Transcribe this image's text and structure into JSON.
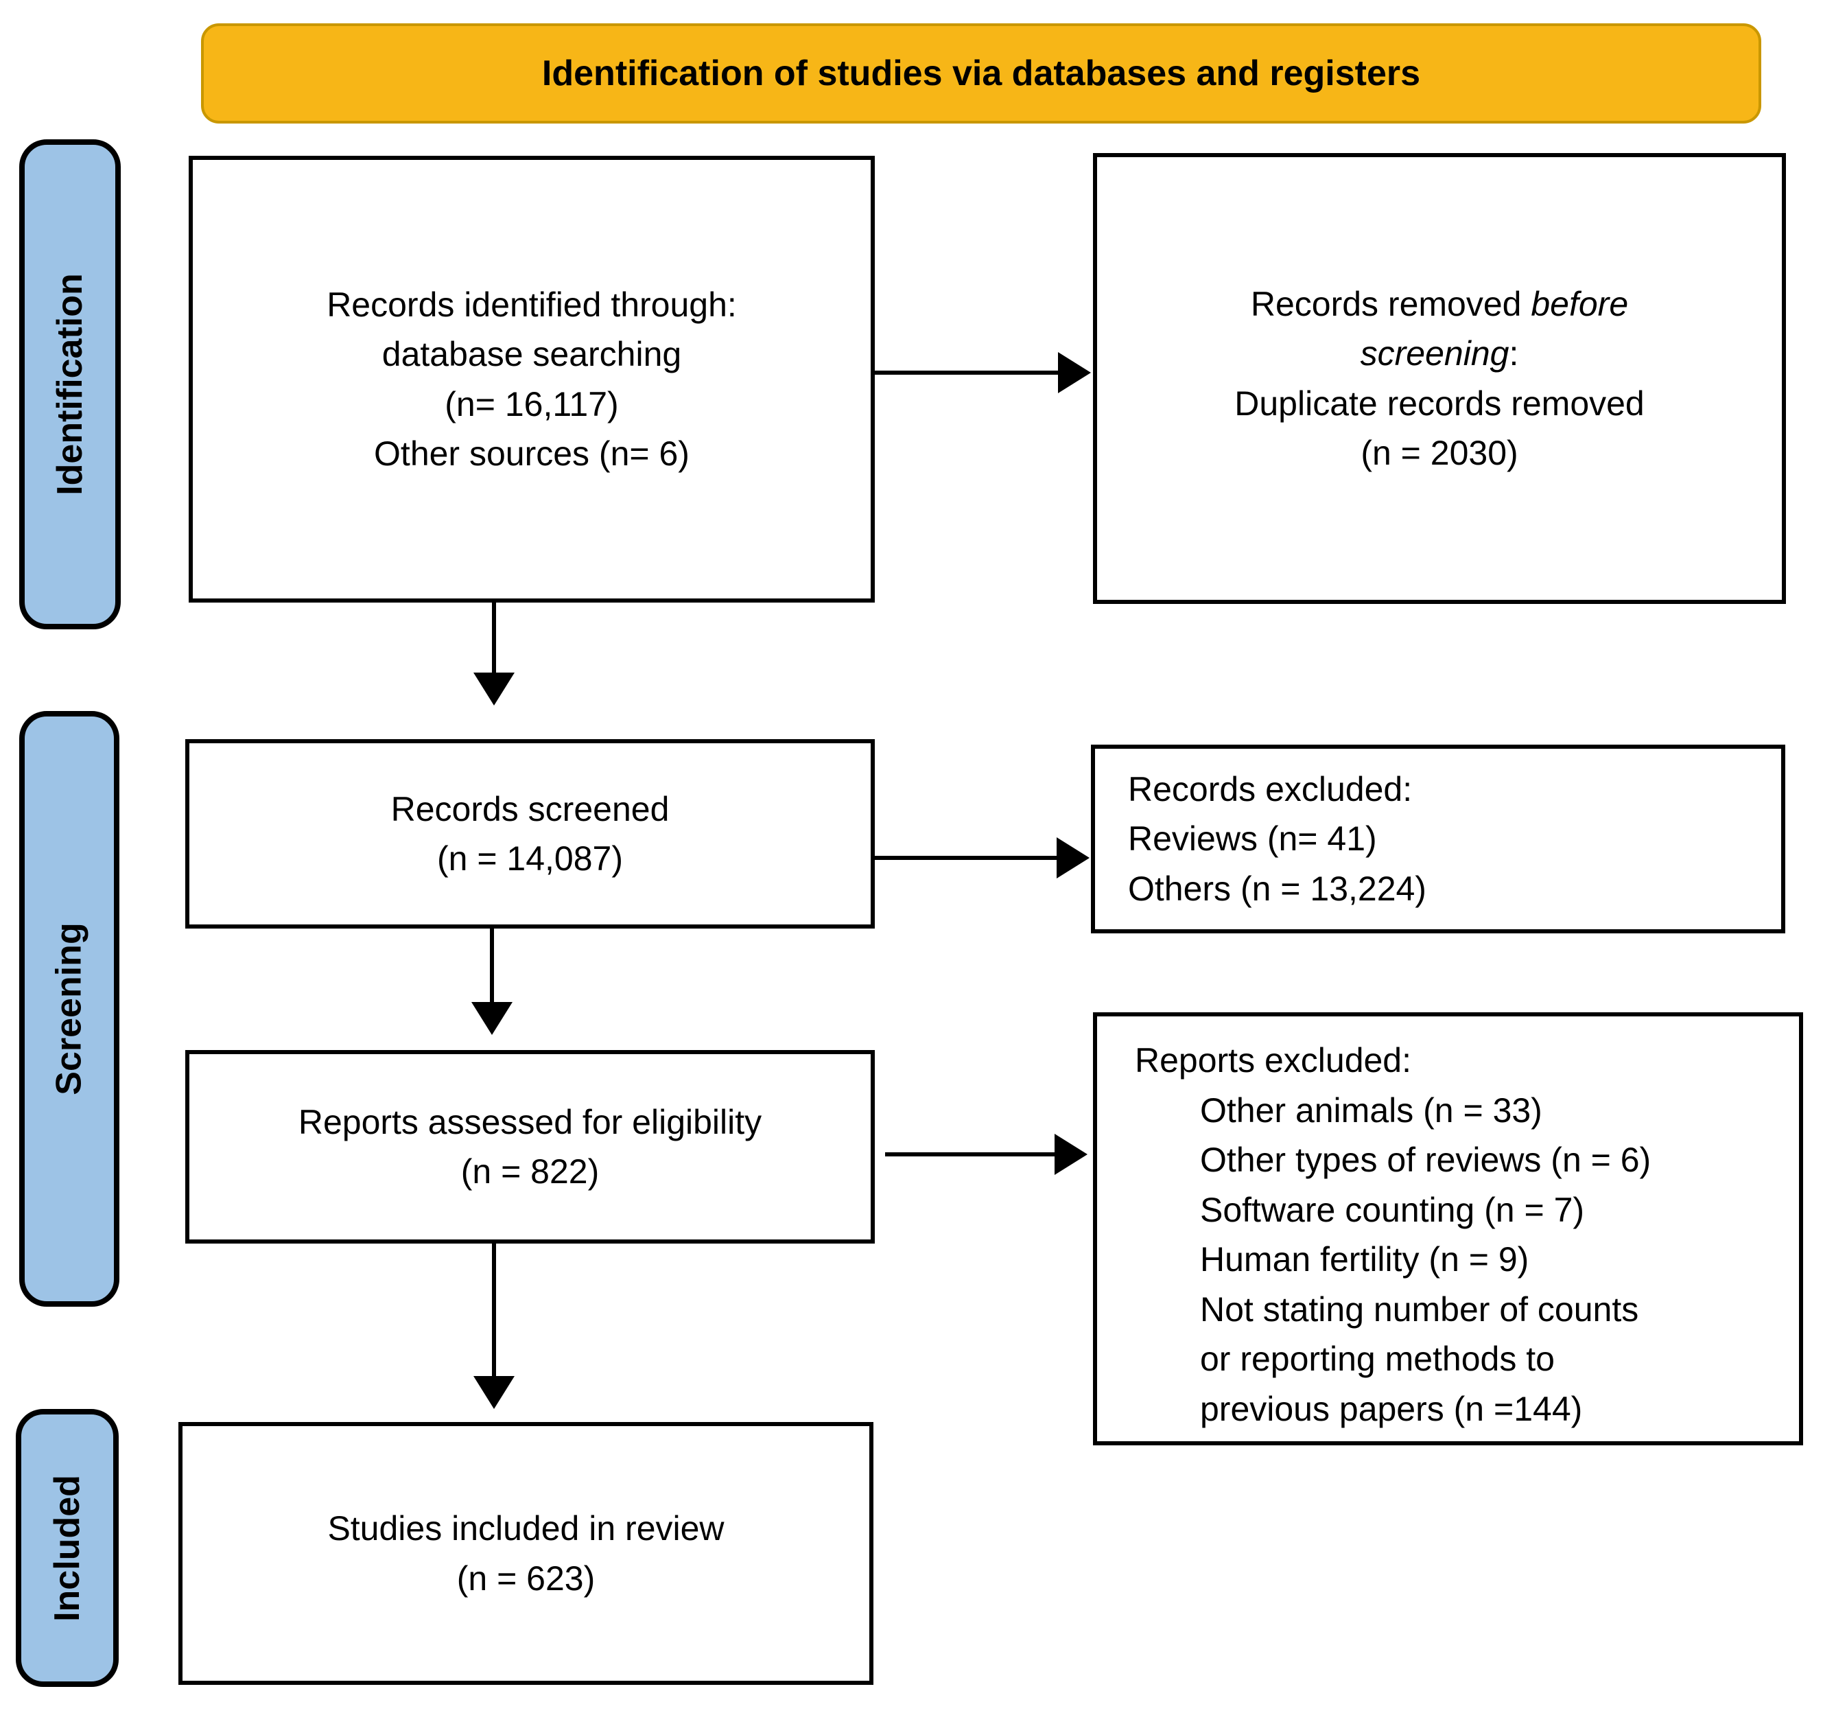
{
  "banner": {
    "label": "Identification of studies via databases and registers"
  },
  "stages": [
    {
      "label": "Identification"
    },
    {
      "label": "Screening"
    },
    {
      "label": "Included"
    }
  ],
  "boxes": {
    "identified": {
      "lines": [
        "Records identified through:",
        "database searching",
        "(n= 16,117)",
        "Other sources (n= 6)"
      ]
    },
    "removed": {
      "prefix": "Records removed ",
      "italic1": "before",
      "italic2": "screening",
      "colon": ":",
      "line3": "Duplicate records removed",
      "line4": "(n = 2030)"
    },
    "screened": {
      "lines": [
        "Records screened",
        "(n = 14,087)"
      ]
    },
    "records_excluded": {
      "lines": [
        "Records excluded:",
        "Reviews (n= 41)",
        "Others (n = 13,224)"
      ]
    },
    "assessed": {
      "lines": [
        "Reports assessed for eligibility",
        "(n = 822)"
      ]
    },
    "reports_excluded": {
      "title": "Reports excluded:",
      "items": [
        "Other animals (n = 33)",
        "Other types of reviews (n = 6)",
        "Software counting (n = 7)",
        "Human fertility (n = 9)",
        "Not stating number of counts",
        "or reporting methods to",
        "previous papers (n =144)"
      ]
    },
    "included": {
      "lines": [
        "Studies included in review",
        "(n = 623)"
      ]
    }
  },
  "colors": {
    "stage_bg": "#9DC3E6",
    "banner_bg": "#F7B617",
    "banner_border": "#C99700",
    "box_border": "#000000",
    "arrow": "#000000"
  }
}
